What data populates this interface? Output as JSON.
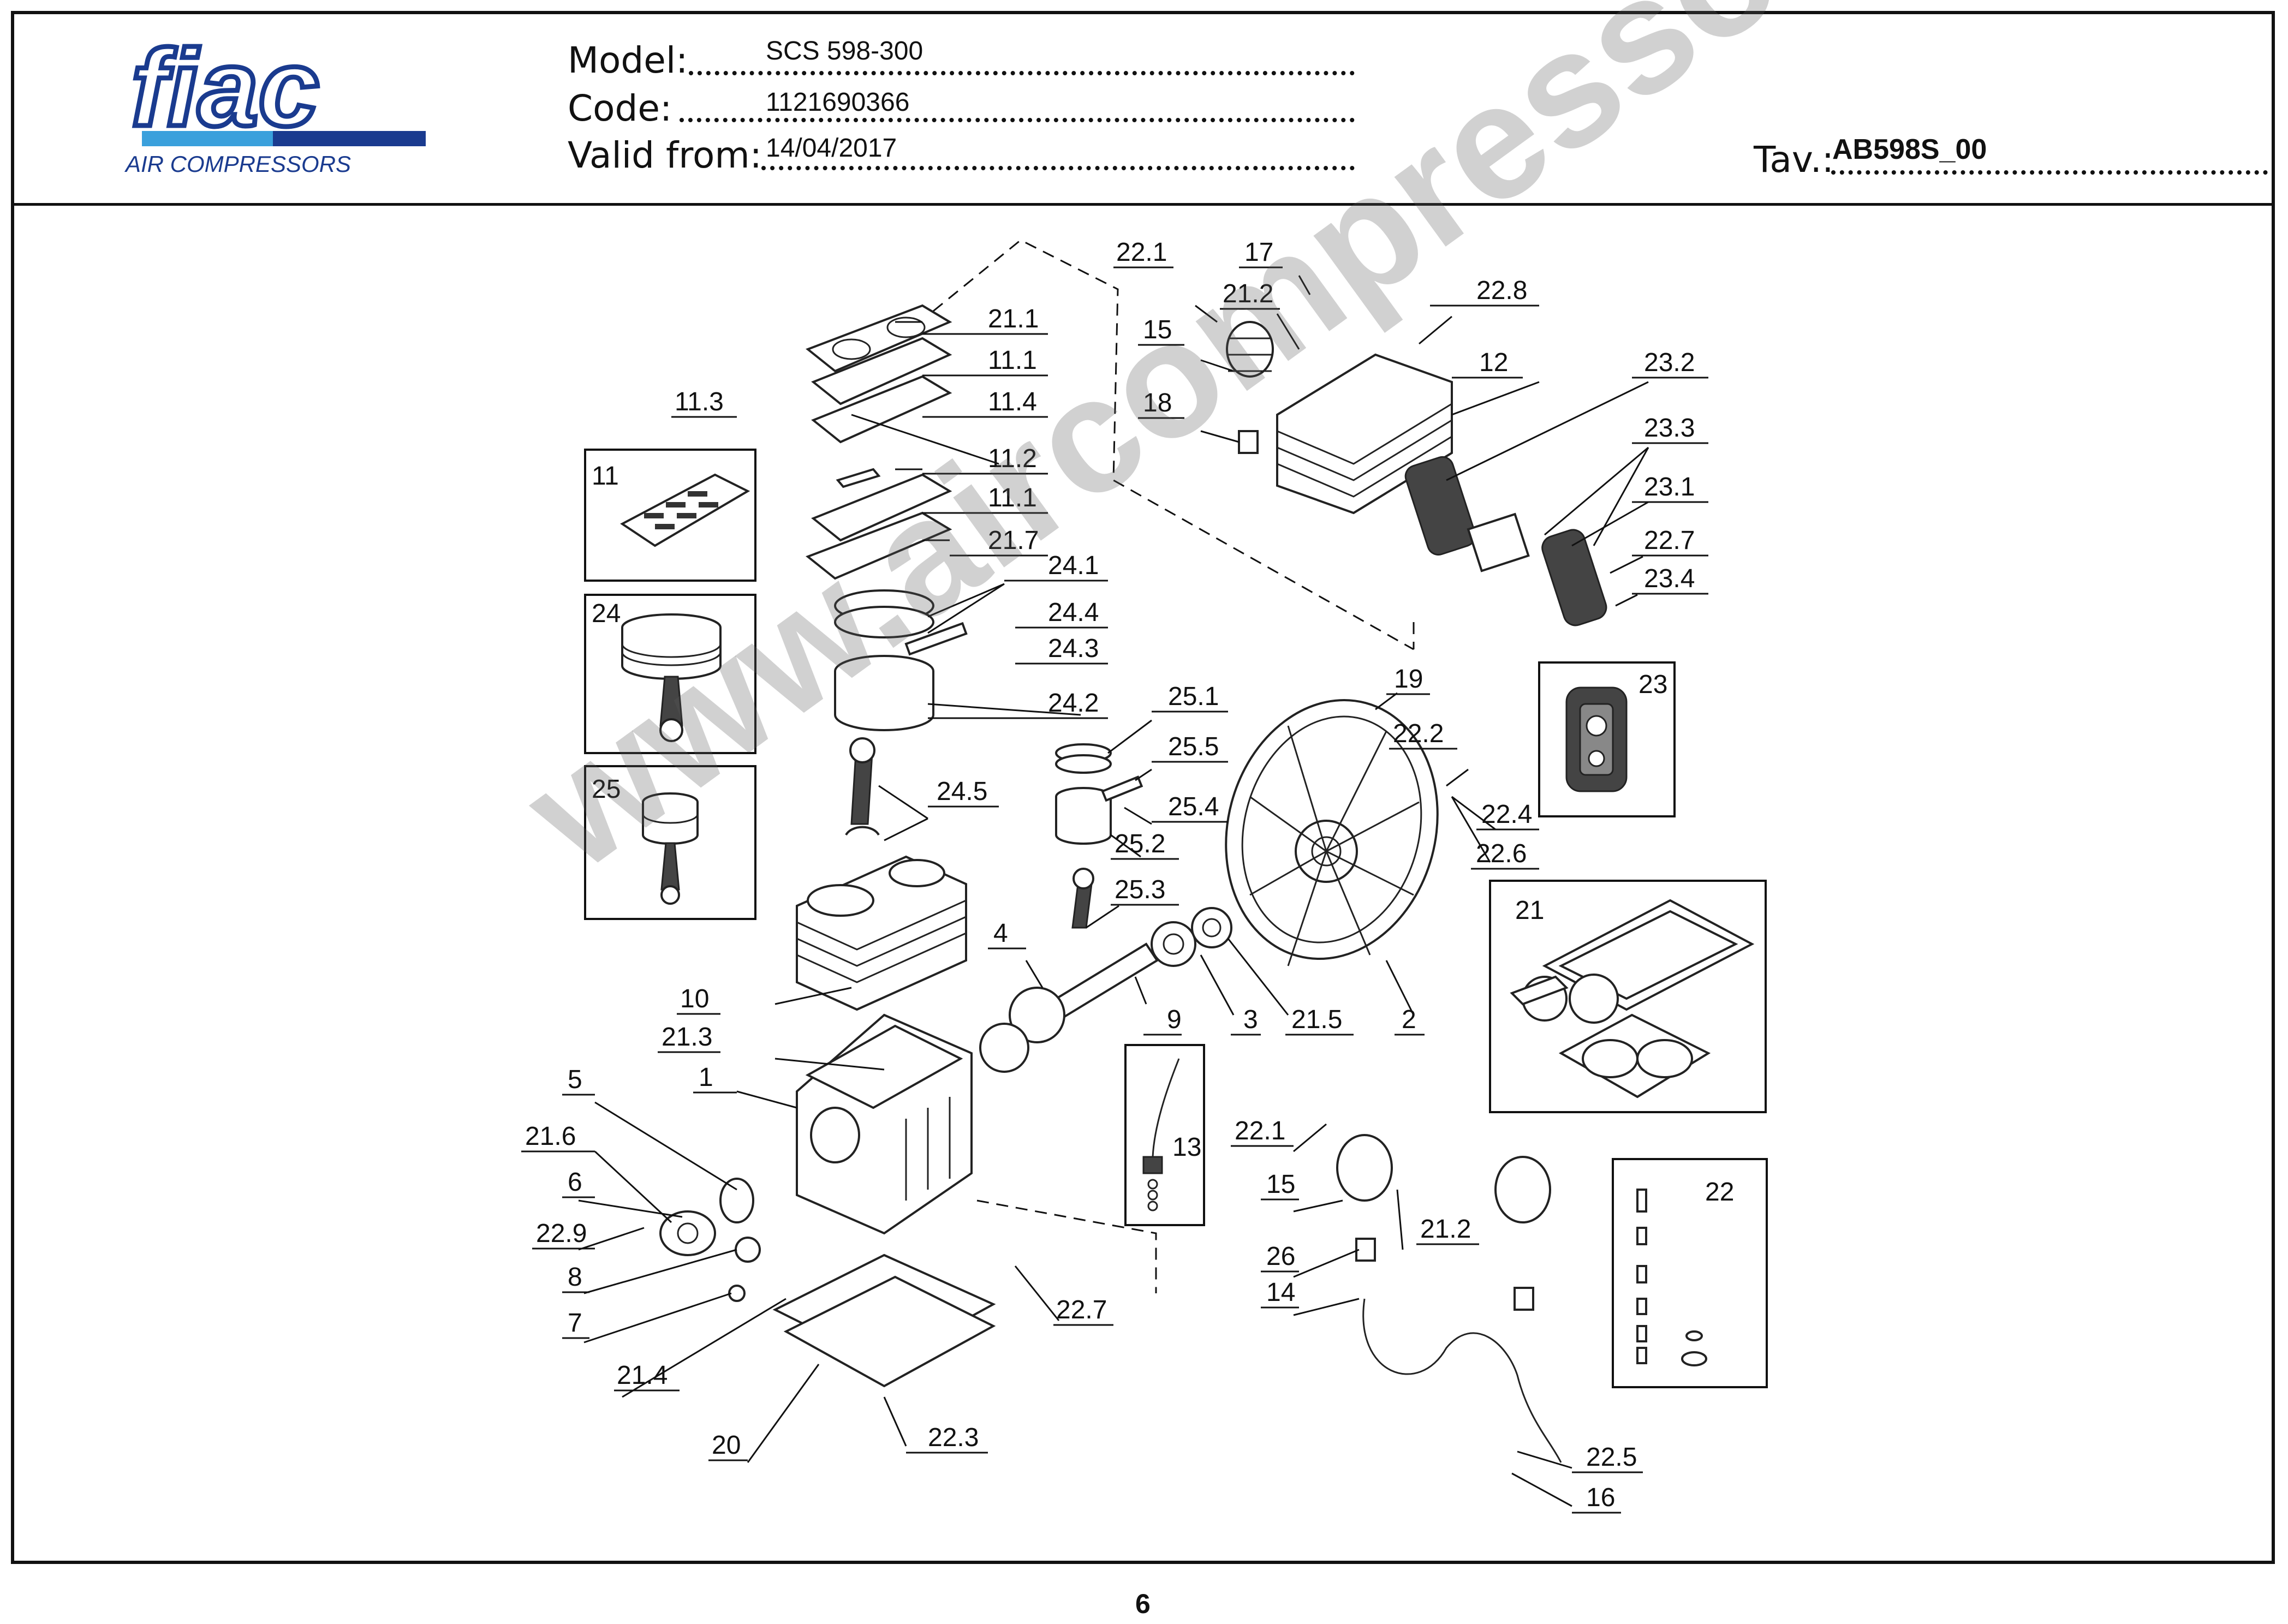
{
  "brand": {
    "logo_text": "fiac",
    "tagline": "AIR COMPRESSORS",
    "colors": {
      "navy": "#1a3b8f",
      "light_blue": "#3aa0dc"
    }
  },
  "header": {
    "model_label": "Model:",
    "model_value": "SCS 598-300",
    "code_label": "Code:",
    "code_value": "1121690366",
    "valid_label": "Valid from:",
    "valid_value": "14/04/2017",
    "tav_label": "Tav.:",
    "tav_value": "AB598S_00"
  },
  "callouts": {
    "c22_1a": "22.1",
    "c17": "17",
    "c22_8": "22.8",
    "c21_2a": "21.2",
    "c15a": "15",
    "c12": "12",
    "c23_2": "23.2",
    "c18": "18",
    "c23_3": "23.3",
    "c23_1": "23.1",
    "c22_7a": "22.7",
    "c23_4": "23.4",
    "c21_1": "21.1",
    "c11_1a": "11.1",
    "c11_4": "11.4",
    "c11_3": "11.3",
    "c11_2": "11.2",
    "c11_1b": "11.1",
    "c21_7": "21.7",
    "c24_1": "24.1",
    "c24_4": "24.4",
    "c24_3": "24.3",
    "c24_2": "24.2",
    "c24_5": "24.5",
    "c25_1": "25.1",
    "c25_5": "25.5",
    "c25_4": "25.4",
    "c25_2": "25.2",
    "c25_3": "25.3",
    "c19": "19",
    "c22_2": "22.2",
    "c22_4": "22.4",
    "c22_6": "22.6",
    "c4": "4",
    "c9": "9",
    "c3": "3",
    "c21_5": "21.5",
    "c2": "2",
    "c10": "10",
    "c21_3": "21.3",
    "c1": "1",
    "c5": "5",
    "c21_6": "21.6",
    "c6": "6",
    "c22_9": "22.9",
    "c8": "8",
    "c7": "7",
    "c21_4": "21.4",
    "c20": "20",
    "c22_3": "22.3",
    "c22_7b": "22.7",
    "c22_1b": "22.1",
    "c15b": "15",
    "c21_2b": "21.2",
    "c26": "26",
    "c14": "14",
    "c22_5": "22.5",
    "c16": "16"
  },
  "boxes": {
    "b11": "11",
    "b24": "24",
    "b25": "25",
    "b13": "13",
    "b23": "23",
    "b21": "21",
    "b22": "22"
  },
  "watermark": "www.aircompressori.com",
  "page_number": "6"
}
